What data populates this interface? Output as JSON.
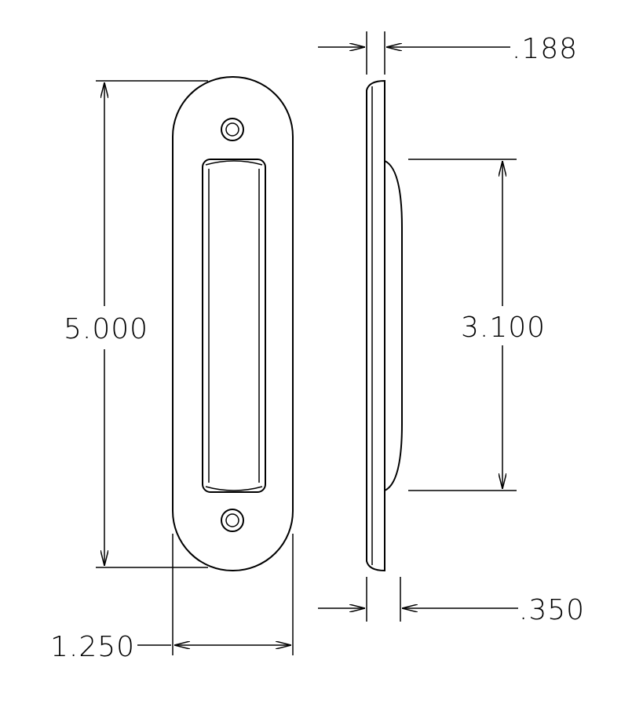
{
  "drawing": {
    "title": "Flush pull plate – front and side views",
    "dimensions": {
      "height": "5.000",
      "width": "1.250",
      "plate_thickness": ".188",
      "recess_length": "3.100",
      "overall_depth": ".350"
    }
  }
}
